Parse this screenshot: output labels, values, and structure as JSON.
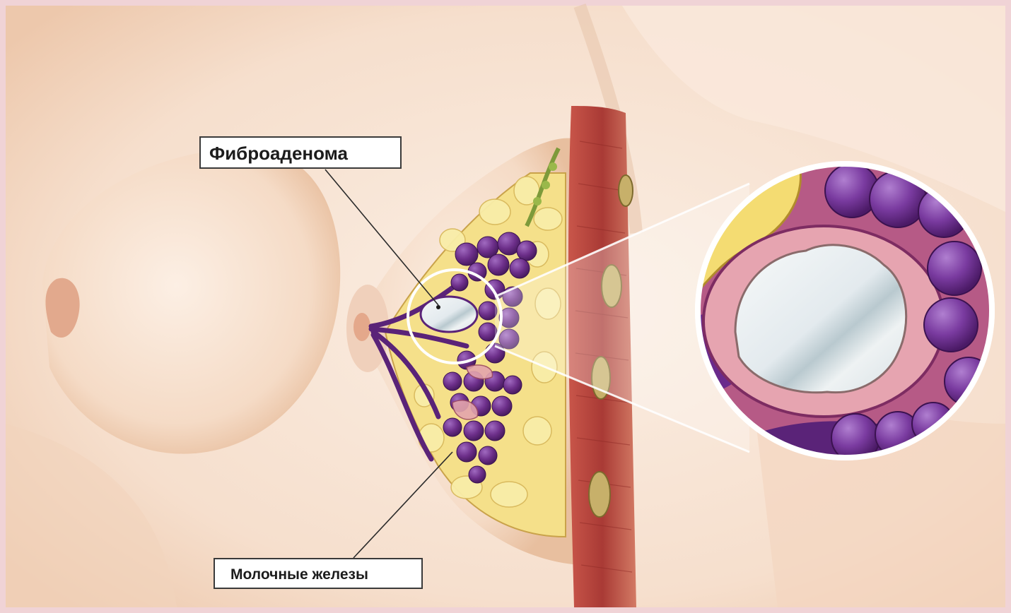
{
  "labels": {
    "fibroadenoma": "Фиброаденома",
    "mammary_glands": "Молочные железы"
  },
  "colors": {
    "skin": "#f8e3d2",
    "skin_shadow": "#efc9ae",
    "fat": "#f3dc7a",
    "gland": "#6b2f86",
    "lobule": "#7a3fa0",
    "duct_pink": "#d9909c",
    "muscle": "#b7413a",
    "tumor": "#e9eef0",
    "frame": "#f0d3d6"
  },
  "icons": [
    "magnifier-inset"
  ]
}
